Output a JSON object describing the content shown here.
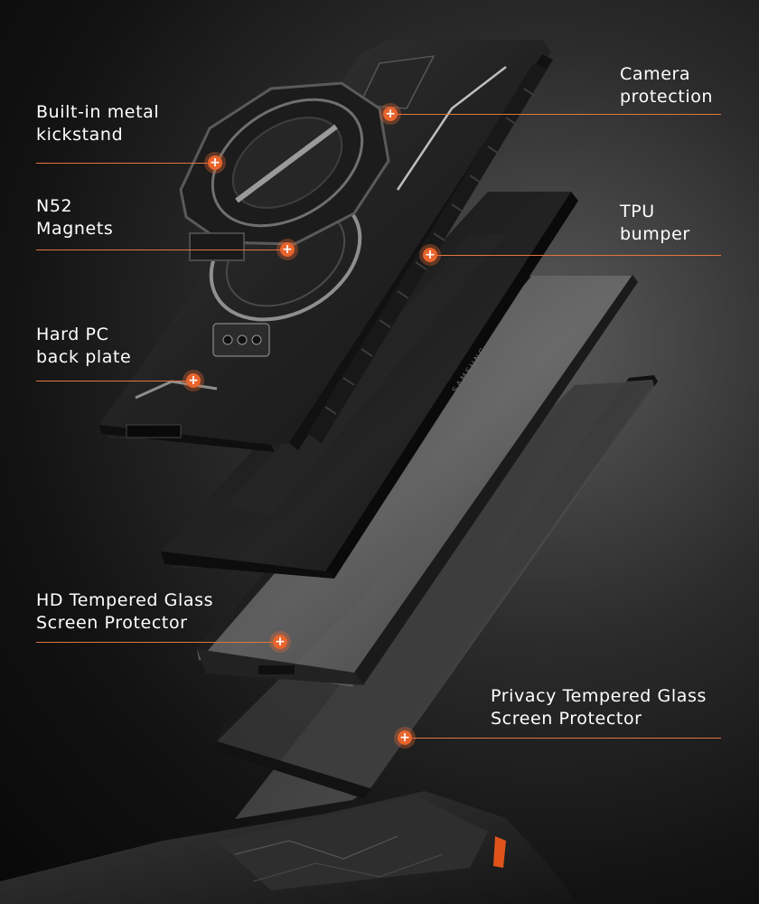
{
  "accent_color": "#e8642c",
  "callouts": {
    "kickstand": "Built-in metal\nkickstand",
    "camera": "Camera\nprotection",
    "magnets": "N52\nMagnets",
    "tpu": "TPU\nbumper",
    "backplate": "Hard PC\nback plate",
    "hd_glass": "HD Tempered Glass\nScreen Protector",
    "privacy_glass": "Privacy Tempered Glass\nScreen Protector"
  },
  "phone": {
    "brand_text": "SAMSUNG"
  }
}
